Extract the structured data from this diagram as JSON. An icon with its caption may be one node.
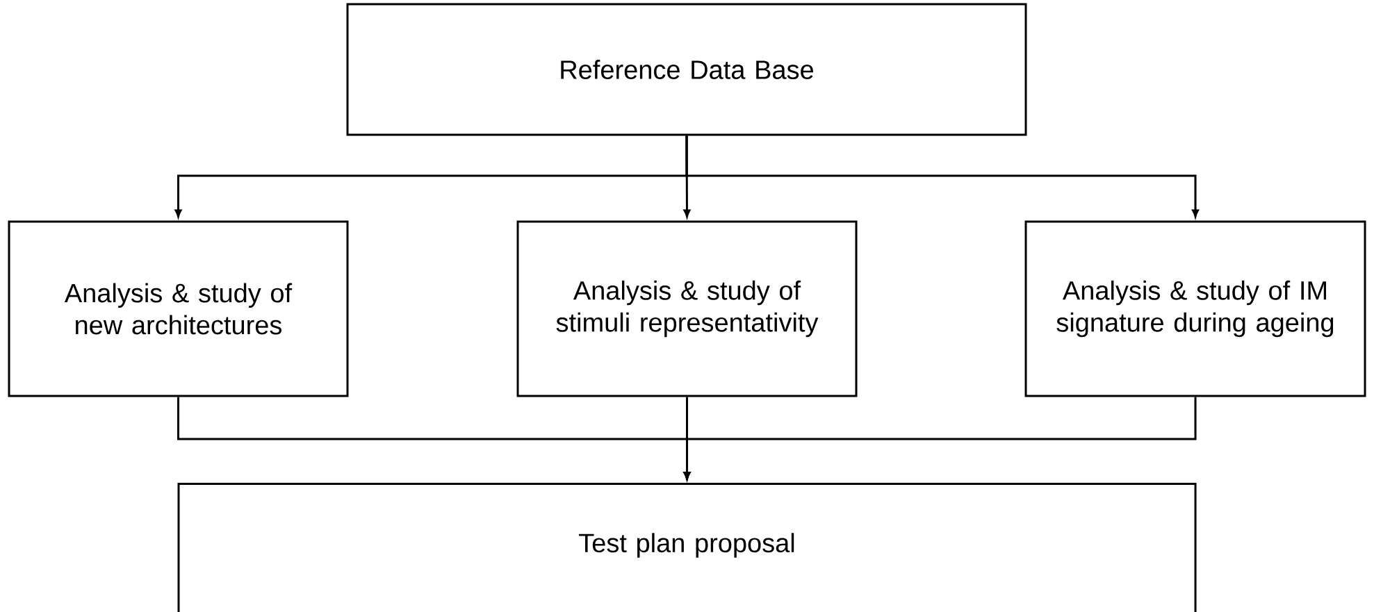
{
  "diagram": {
    "nodes": [
      {
        "text": [
          "Reference Data Base"
        ]
      },
      {
        "text": [
          "Analysis & study of new architectures"
        ]
      },
      {
        "text": [
          "Analysis & study of stimuli representativity"
        ]
      },
      {
        "text": [
          "Analysis & study of IM signature during ageing"
        ]
      },
      {
        "text": [
          "Test plan proposal"
        ]
      }
    ],
    "edges": [
      {
        "from": 0,
        "to": 1,
        "arrow": "to"
      },
      {
        "from": 0,
        "to": 2,
        "arrow": "to"
      },
      {
        "from": 0,
        "to": 3,
        "arrow": "to"
      },
      {
        "from": 1,
        "to": 4,
        "arrow": "to"
      },
      {
        "from": 2,
        "to": 4,
        "arrow": "to"
      },
      {
        "from": 3,
        "to": 4,
        "arrow": "to"
      }
    ]
  }
}
